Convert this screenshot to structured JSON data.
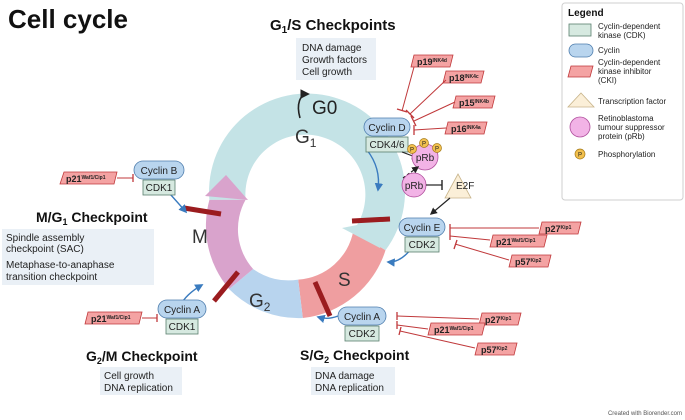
{
  "title": "Cell cycle",
  "credit": "Created with Biorender.com",
  "legend": {
    "heading": "Legend",
    "items": [
      {
        "lines": [
          "Cyclin-dependent",
          "kinase (CDK)"
        ]
      },
      {
        "lines": [
          "Cyclin"
        ]
      },
      {
        "lines": [
          "Cyclin-dependent",
          "kinase inhibitor",
          "(CKI)"
        ]
      },
      {
        "lines": [
          "Transcription factor"
        ]
      },
      {
        "lines": [
          "Retinoblastoma",
          "tumour suppressor",
          "protein (pRb)"
        ]
      },
      {
        "lines": [
          "Phosphorylation"
        ]
      }
    ],
    "phospho_symbol": "P"
  },
  "phases": {
    "g0": "G0",
    "g1": "G",
    "g1_sub": "1",
    "s": "S",
    "g2": "G",
    "g2_sub": "2",
    "m": "M"
  },
  "checkpoints": {
    "g1s": {
      "pre": "G",
      "sub": "1",
      "post": "/S Checkpoints",
      "items": [
        "DNA damage",
        "Growth factors",
        "Cell growth"
      ]
    },
    "mg1": {
      "title": "M/G",
      "sub": "1",
      "post": " Checkpoint",
      "items": [
        "Spindle assembly",
        "checkpoint (SAC)",
        "Metaphase-to-anaphase",
        "transition checkpoint"
      ]
    },
    "g2m": {
      "pre": "G",
      "sub": "2",
      "post": "/M Checkpoint",
      "items": [
        "Cell growth",
        "DNA replication"
      ]
    },
    "sg2": {
      "title": "S/G",
      "sub": "2",
      "post": " Checkpoint",
      "items": [
        "DNA damage",
        "DNA replication"
      ]
    }
  },
  "complexes": {
    "cyclin_b": {
      "cyclin": "Cyclin B",
      "cdk": "CDK1"
    },
    "cyclin_d": {
      "cyclin": "Cyclin D",
      "cdk": "CDK4/6"
    },
    "cyclin_e": {
      "cyclin": "Cyclin E",
      "cdk": "CDK2"
    },
    "cyclin_a_left": {
      "cyclin": "Cyclin A",
      "cdk": "CDK1"
    },
    "cyclin_a_right": {
      "cyclin": "Cyclin A",
      "cdk": "CDK2"
    }
  },
  "inhibitors": {
    "p21_b": {
      "base": "p21",
      "sup": "Waf1/Cip1"
    },
    "p19": {
      "base": "p19",
      "sup": "INK4d"
    },
    "p18": {
      "base": "p18",
      "sup": "INK4c"
    },
    "p15": {
      "base": "p15",
      "sup": "INK4b"
    },
    "p16": {
      "base": "p16",
      "sup": "INK4a"
    },
    "p27_e": {
      "base": "p27",
      "sup": "Kip1"
    },
    "p21_e": {
      "base": "p21",
      "sup": "Waf1/Cip1"
    },
    "p57_e": {
      "base": "p57",
      "sup": "Kip2"
    },
    "p21_a_left": {
      "base": "p21",
      "sup": "Waf1/Cip1"
    },
    "p27_a": {
      "base": "p27",
      "sup": "Kip1"
    },
    "p21_a_right": {
      "base": "p21",
      "sup": "Waf1/Cip1"
    },
    "p57_a": {
      "base": "p57",
      "sup": "Kip2"
    }
  },
  "rb": {
    "prb": "pRb",
    "rb": "pRb",
    "e2f": "E2F",
    "phospho": "P"
  },
  "colors": {
    "cdk_fill": "#d6e9e0",
    "cdk_stroke": "#5a7f6e",
    "cyclin_fill": "#b9d5ee",
    "cyclin_stroke": "#4f7eae",
    "cki_fill": "#f4a3a3",
    "cki_stroke": "#c0393b",
    "tf_fill": "#fbefd8",
    "tf_stroke": "#c8b48a",
    "rb_fill": "#f2b3e6",
    "rb_stroke": "#b04f9d",
    "phospho_fill": "#f2c04e",
    "phospho_stroke": "#a57a17",
    "g1_arc": "#c4e3e6",
    "s_arc": "#ef9ea0",
    "g2_arc": "#b8d4ee",
    "m_arc": "#d9a3cc",
    "checkpoint_bar": "#9b1c1f",
    "inhibit_line": "#c0393b",
    "arrow_blue": "#3a7bbf",
    "checkpoint_box": "#eaf0f6"
  }
}
